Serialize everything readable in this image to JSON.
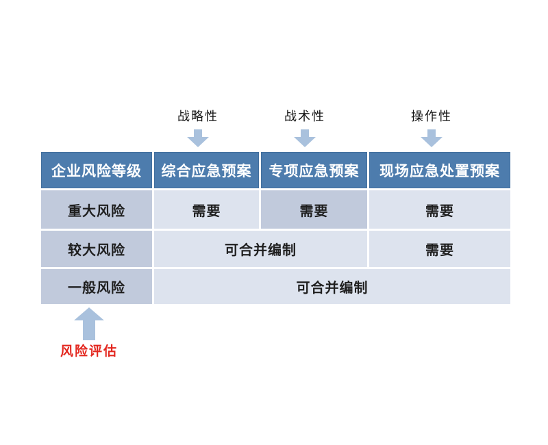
{
  "colors": {
    "header_bg": "#4d7cad",
    "header_text": "#ffffff",
    "dark_cell_bg": "#c1cadc",
    "light_cell_bg": "#dde3ee",
    "cell_text": "#1f1f1f",
    "arrow": "#a9c1dd",
    "risk_assessment_text": "#e3271f"
  },
  "top_labels": [
    {
      "label": "战略性"
    },
    {
      "label": "战术性"
    },
    {
      "label": "操作性"
    }
  ],
  "table": {
    "headers": [
      "企业风险等级",
      "综合应急预案",
      "专项应急预案",
      "现场应急处置预案"
    ],
    "rows": [
      {
        "level": "重大风险",
        "cells": [
          {
            "text": "需要",
            "span": 1,
            "style": "light"
          },
          {
            "text": "需要",
            "span": 1,
            "style": "dark"
          },
          {
            "text": "需要",
            "span": 1,
            "style": "light"
          }
        ]
      },
      {
        "level": "较大风险",
        "cells": [
          {
            "text": "可合并编制",
            "span": 2,
            "style": "light"
          },
          {
            "text": "需要",
            "span": 1,
            "style": "light"
          }
        ]
      },
      {
        "level": "一般风险",
        "cells": [
          {
            "text": "可合并编制",
            "span": 3,
            "style": "light"
          }
        ]
      }
    ]
  },
  "bottom": {
    "label": "风险评估"
  }
}
